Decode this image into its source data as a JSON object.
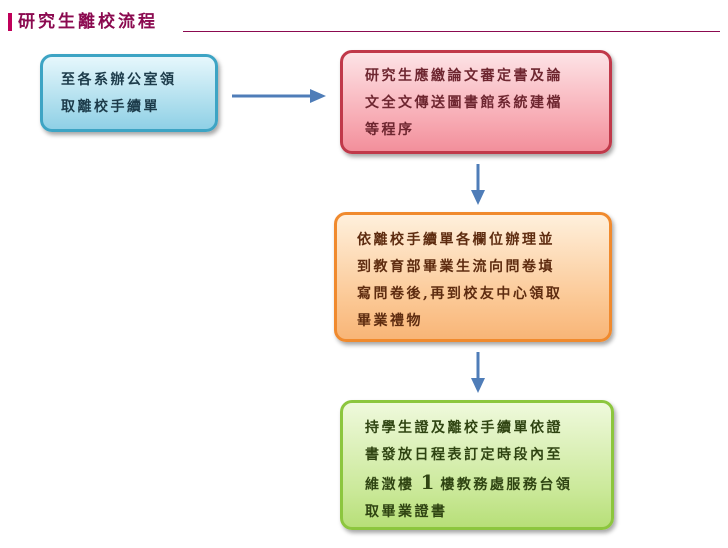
{
  "title": "研究生離校流程",
  "colors": {
    "title": "#8b0a50",
    "title_bar": "#c0005a",
    "arrow": "#4f7db8",
    "step1_border": "#3da4c4",
    "step2_border": "#c0394a",
    "step3_border": "#f08a2e",
    "step4_border": "#8cc63e"
  },
  "steps": [
    {
      "lines": [
        "至各系辦公室領",
        "取離校手續單"
      ]
    },
    {
      "lines": [
        "研究生應繳論文審定書及論",
        "文全文傳送圖書館系統建檔",
        "等程序"
      ]
    },
    {
      "lines": [
        "依離校手續單各欄位辦理並",
        "到教育部畢業生流向問卷填",
        "寫問卷後,再到校友中心領取",
        "畢業禮物"
      ]
    },
    {
      "lines": [
        "持學生證及離校手續單依證",
        "書發放日程表訂定時段內至"
      ],
      "line3_prefix": "維澂樓",
      "line3_digit": "1",
      "line3_suffix": "樓教務處服務台領",
      "line4": "取畢業證書"
    }
  ]
}
